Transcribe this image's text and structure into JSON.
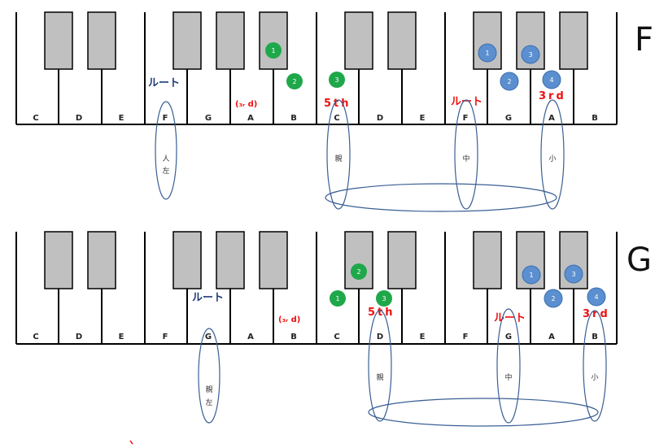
{
  "diagrams": [
    {
      "chord": "F",
      "keys": [
        "C",
        "D",
        "E",
        "F",
        "G",
        "A",
        "B",
        "C",
        "D",
        "E",
        "F",
        "G",
        "A",
        "B"
      ],
      "root_label": "ルート",
      "third_label": "(₃ᵣ d)",
      "fifth_label": "5th",
      "root2_label": "ルート",
      "third2_label": "3rd",
      "left_hand_fingers": [
        "人",
        "左"
      ],
      "right_fingers": [
        "親",
        "中",
        "小"
      ],
      "green_circles": [
        "1",
        "2",
        "3"
      ],
      "blue_circles": [
        "1",
        "2",
        "3",
        "4"
      ]
    },
    {
      "chord": "G",
      "keys": [
        "C",
        "D",
        "E",
        "F",
        "G",
        "A",
        "B",
        "C",
        "D",
        "E",
        "F",
        "G",
        "A",
        "B"
      ],
      "root_label": "ルート",
      "third_label": "(₃ᵣ d)",
      "fifth_label": "5th",
      "root2_label": "ルート",
      "third2_label": "3rd",
      "left_hand_fingers": [
        "親",
        "左"
      ],
      "right_fingers": [
        "親",
        "中",
        "小"
      ],
      "green_circles": [
        "1",
        "2",
        "3"
      ],
      "blue_circles": [
        "1",
        "2",
        "3",
        "4"
      ]
    }
  ],
  "colors": {
    "black_key": "#c0c0c0",
    "black_key_stroke": "#000000",
    "green": "#1fa84a",
    "blue": "#5b8fd0",
    "red": "#ee1111",
    "navy": "#1f3d7a",
    "ellipse": "#3a5f95"
  }
}
